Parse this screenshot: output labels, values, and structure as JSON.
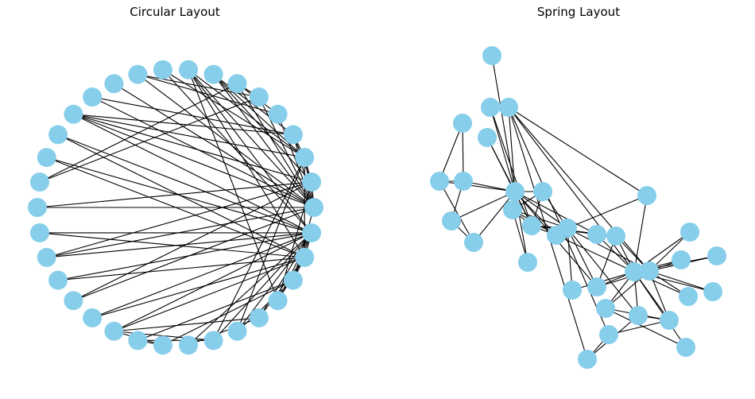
{
  "panels": [
    {
      "title": "Circular Layout",
      "layout": "circular"
    },
    {
      "title": "Spring Layout",
      "layout": "spring"
    }
  ],
  "graph": {
    "node_count": 34,
    "node_color": "#87ceeb",
    "edge_color": "#000000",
    "edges": [
      [
        0,
        1
      ],
      [
        0,
        2
      ],
      [
        0,
        3
      ],
      [
        0,
        4
      ],
      [
        0,
        5
      ],
      [
        0,
        6
      ],
      [
        0,
        7
      ],
      [
        0,
        8
      ],
      [
        0,
        10
      ],
      [
        0,
        11
      ],
      [
        0,
        12
      ],
      [
        0,
        13
      ],
      [
        0,
        17
      ],
      [
        0,
        19
      ],
      [
        0,
        21
      ],
      [
        0,
        31
      ],
      [
        1,
        2
      ],
      [
        1,
        3
      ],
      [
        1,
        7
      ],
      [
        1,
        13
      ],
      [
        1,
        17
      ],
      [
        1,
        19
      ],
      [
        1,
        21
      ],
      [
        1,
        30
      ],
      [
        2,
        3
      ],
      [
        2,
        7
      ],
      [
        2,
        8
      ],
      [
        2,
        9
      ],
      [
        2,
        13
      ],
      [
        2,
        27
      ],
      [
        2,
        28
      ],
      [
        2,
        32
      ],
      [
        3,
        7
      ],
      [
        3,
        12
      ],
      [
        3,
        13
      ],
      [
        4,
        6
      ],
      [
        4,
        10
      ],
      [
        5,
        6
      ],
      [
        5,
        10
      ],
      [
        5,
        16
      ],
      [
        6,
        16
      ],
      [
        8,
        30
      ],
      [
        8,
        32
      ],
      [
        8,
        33
      ],
      [
        9,
        33
      ],
      [
        13,
        33
      ],
      [
        14,
        32
      ],
      [
        14,
        33
      ],
      [
        15,
        32
      ],
      [
        15,
        33
      ],
      [
        18,
        32
      ],
      [
        18,
        33
      ],
      [
        19,
        33
      ],
      [
        20,
        32
      ],
      [
        20,
        33
      ],
      [
        22,
        32
      ],
      [
        22,
        33
      ],
      [
        23,
        25
      ],
      [
        23,
        27
      ],
      [
        23,
        29
      ],
      [
        23,
        32
      ],
      [
        23,
        33
      ],
      [
        24,
        25
      ],
      [
        24,
        27
      ],
      [
        24,
        31
      ],
      [
        25,
        31
      ],
      [
        26,
        29
      ],
      [
        26,
        33
      ],
      [
        27,
        33
      ],
      [
        28,
        31
      ],
      [
        28,
        33
      ],
      [
        29,
        32
      ],
      [
        29,
        33
      ],
      [
        30,
        32
      ],
      [
        30,
        33
      ],
      [
        31,
        32
      ],
      [
        31,
        33
      ],
      [
        32,
        33
      ]
    ]
  }
}
